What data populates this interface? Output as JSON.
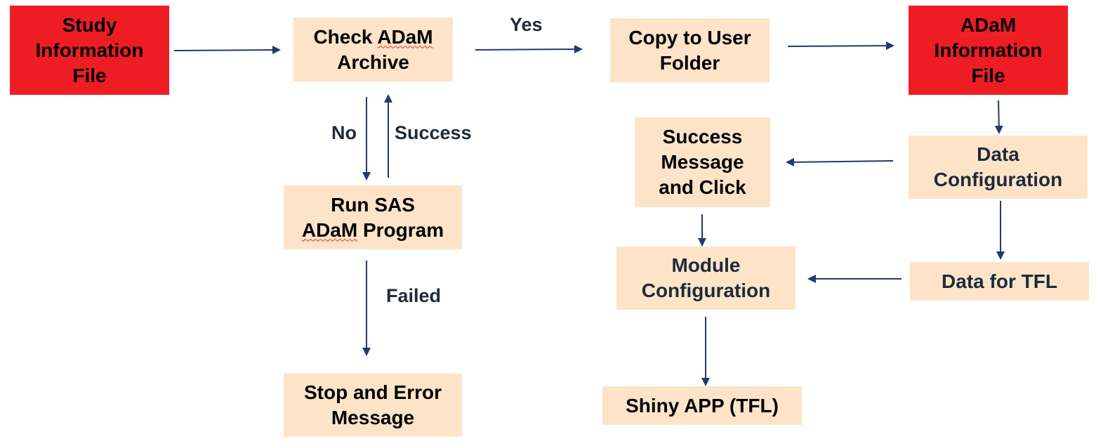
{
  "nodes": {
    "study_info": "Study\nInformation\nFile",
    "check_adam_1": "Check ",
    "check_adam_2": "ADaM",
    "check_adam_3": "\nArchive",
    "copy_user": "Copy to User\nFolder",
    "adam_info_1": "ADaM",
    "adam_info_2": "\nInformation\nFile",
    "run_sas_1": "Run SAS\n",
    "run_sas_2": "ADaM",
    "run_sas_3": " Program",
    "success_msg": "Success\nMessage\nand Click",
    "data_config": "Data\nConfiguration",
    "module_config": "Module\nConfiguration",
    "data_tfl": "Data for TFL",
    "stop_error": "Stop and Error\nMessage",
    "shiny_app": "Shiny APP (TFL)"
  },
  "edge_labels": {
    "yes": "Yes",
    "no": "No",
    "success": "Success",
    "failed": "Failed"
  },
  "colors": {
    "box_fill": "#fde4c8",
    "highlight_fill": "#ee1d23",
    "arrow": "#1f3a6b"
  }
}
